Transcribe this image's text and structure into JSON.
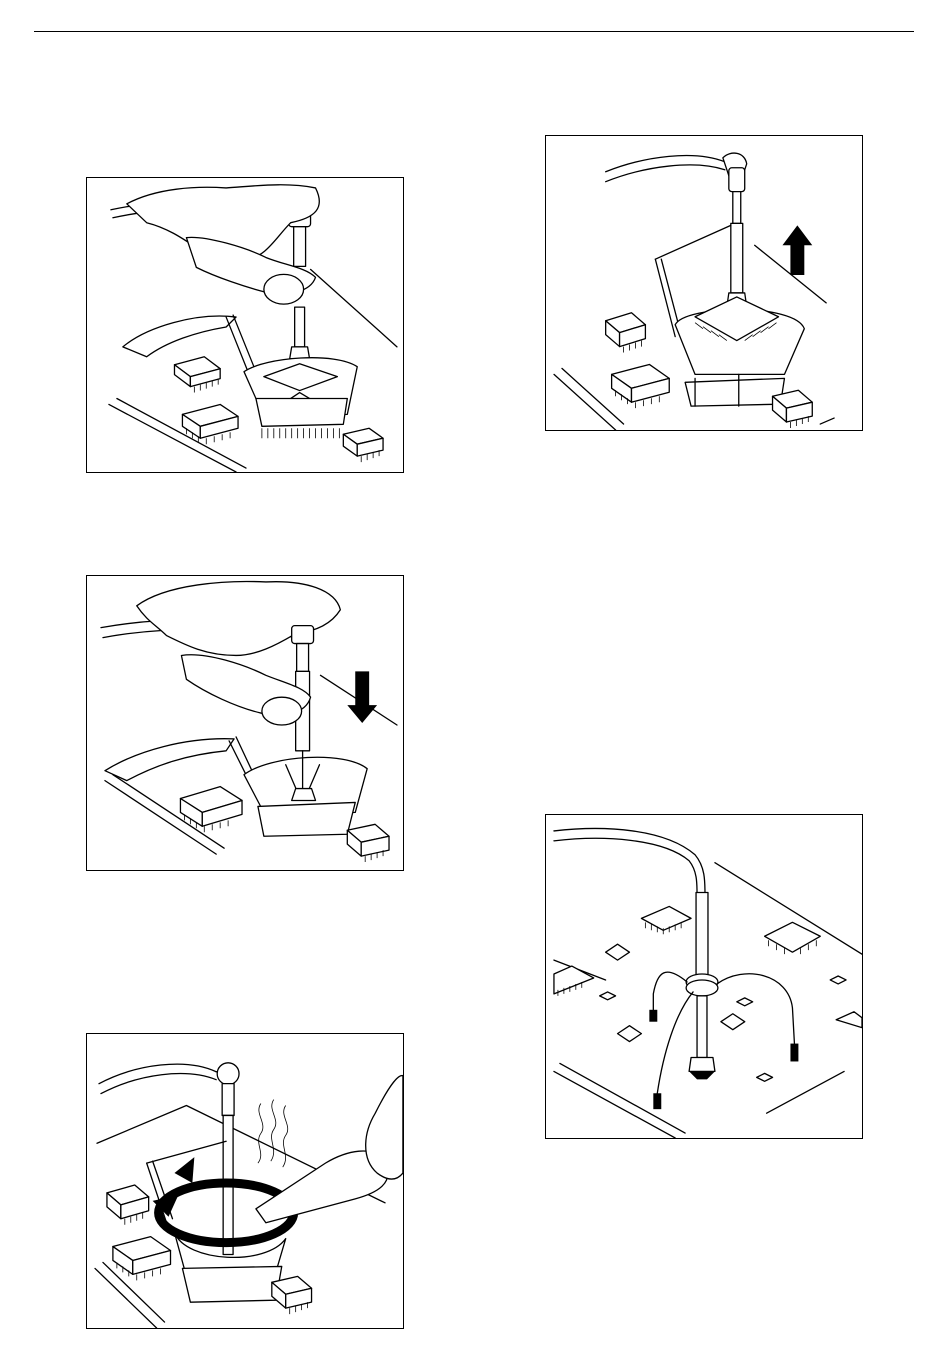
{
  "page": {
    "figures": [
      {
        "id": "fig-grip-tool",
        "icons": [
          "hand-icon",
          "rework-nozzle-icon",
          "ic-chip-icon"
        ]
      },
      {
        "id": "fig-press-down",
        "icons": [
          "hand-icon",
          "down-arrow-icon",
          "rework-nozzle-icon"
        ]
      },
      {
        "id": "fig-heat-rotate",
        "icons": [
          "rotate-arrow-icon",
          "hot-air-pencil-icon",
          "heat-wave-icon"
        ]
      },
      {
        "id": "fig-lift-up",
        "icons": [
          "up-arrow-icon",
          "rework-nozzle-icon",
          "qfp-chip-icon"
        ]
      },
      {
        "id": "fig-leg-adapter",
        "icons": [
          "tripod-nozzle-icon",
          "smd-component-icon",
          "circuit-board-icon"
        ]
      }
    ]
  }
}
